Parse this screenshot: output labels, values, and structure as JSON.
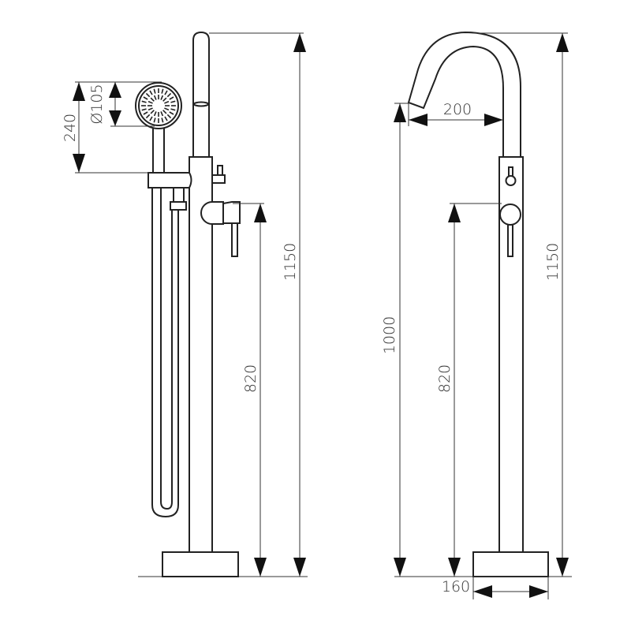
{
  "drawing": {
    "side_view": {
      "dimensions": {
        "handshower_height": "240",
        "handshower_diameter": "Ø105",
        "total_height": "1150",
        "mixer_height": "820"
      }
    },
    "front_view": {
      "dimensions": {
        "spout_reach": "200",
        "spout_height": "1000",
        "mixer_height": "820",
        "total_height": "1150",
        "base_width": "160"
      }
    },
    "colors": {
      "line": "#222222",
      "background": "#ffffff"
    }
  }
}
